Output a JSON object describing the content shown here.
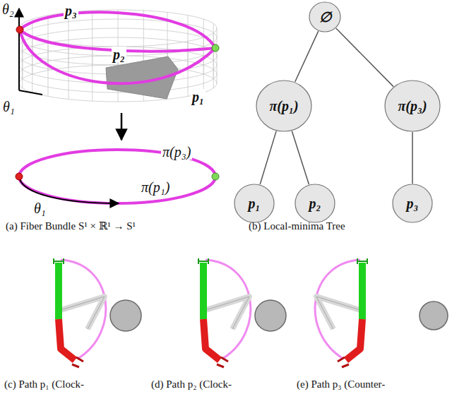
{
  "diagram": {
    "nodes": [
      {
        "text": [
          "∅"
        ]
      },
      {
        "text": [
          "π(p₁)"
        ]
      },
      {
        "text": [
          "π(p₃)"
        ]
      },
      {
        "text": [
          "p₁"
        ]
      },
      {
        "text": [
          "p₂"
        ]
      },
      {
        "text": [
          "p₃"
        ]
      }
    ],
    "edges": [
      {
        "from": 0,
        "to": 1,
        "arrow": "none"
      },
      {
        "from": 0,
        "to": 2,
        "arrow": "none"
      },
      {
        "from": 1,
        "to": 3,
        "arrow": "none"
      },
      {
        "from": 1,
        "to": 4,
        "arrow": "none"
      },
      {
        "from": 2,
        "to": 5,
        "arrow": "none"
      }
    ],
    "labels": [
      "θ₂",
      "p₃",
      "p₂",
      "p₁",
      "θ₁",
      "π(p₃)",
      "π(p₁)",
      "θ₁",
      "(a) Fiber Bundle S¹ × ℝ¹ → S¹",
      "(b) Local-minima Tree",
      "(c) Path p₁ (Clock-",
      "(d) Path p₂ (Clock-",
      "(e) Path p₃ (Counter-"
    ]
  }
}
